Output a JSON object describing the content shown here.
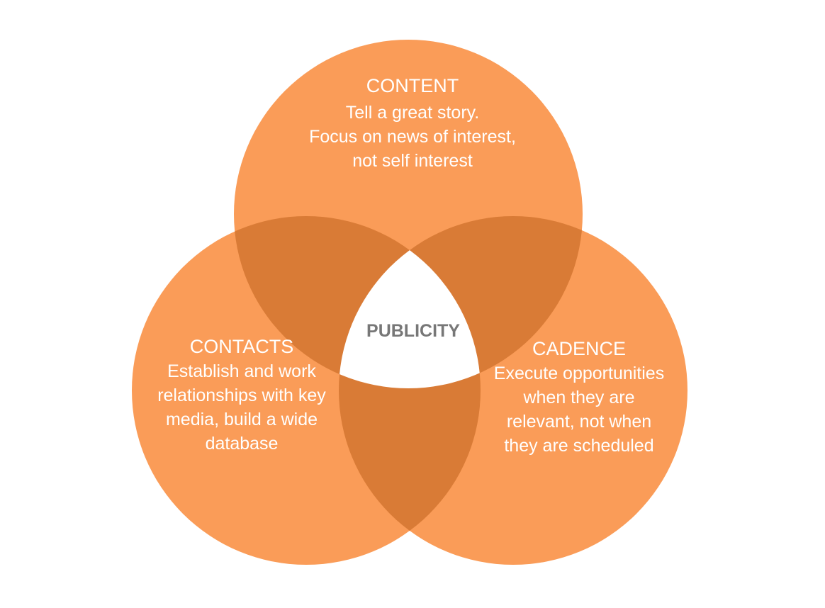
{
  "diagram": {
    "type": "venn",
    "center_label": "PUBLICITY",
    "colors": {
      "circle_fill": "#FA9C58",
      "overlap_fill": "#D97B36",
      "center_fill": "#FFFFFF",
      "text": "#FFFFFF",
      "center_text": "#777777"
    },
    "circles": [
      {
        "id": "content",
        "title": "CONTENT",
        "lines": [
          "Tell a great story.",
          "Focus on news of interest,",
          "not self interest"
        ]
      },
      {
        "id": "contacts",
        "title": "CONTACTS",
        "lines": [
          "Establish and work",
          "relationships with key",
          "media, build a wide",
          "database"
        ]
      },
      {
        "id": "cadence",
        "title": "CADENCE",
        "lines": [
          "Execute opportunities",
          "when they are",
          "relevant, not when",
          "they are scheduled"
        ]
      }
    ]
  }
}
